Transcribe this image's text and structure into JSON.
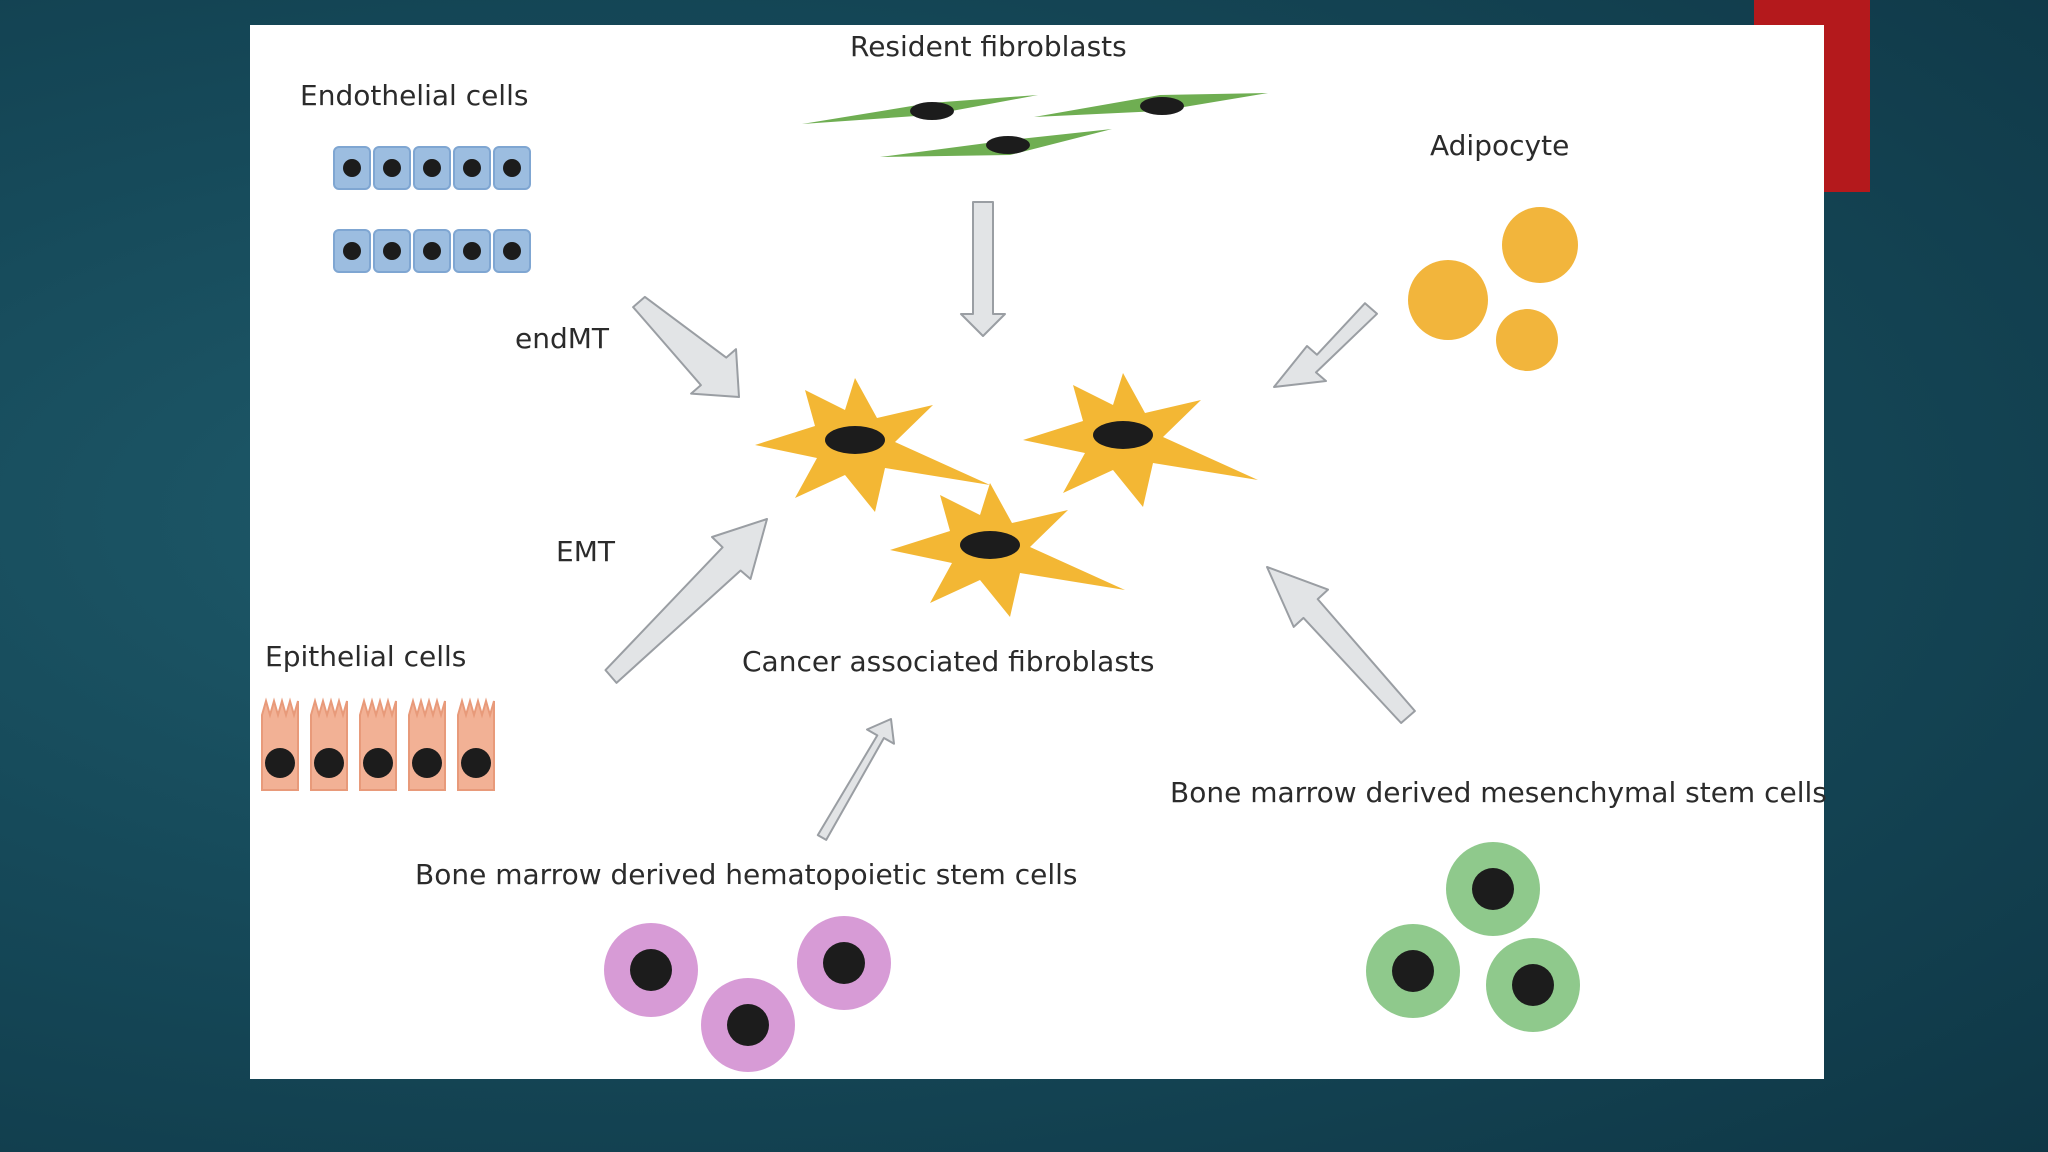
{
  "slide": {
    "background_color": "#164a5a",
    "accent_color": "#b4191c"
  },
  "diagram": {
    "center_label": "Cancer associated fibroblasts",
    "sources": {
      "endothelial": {
        "label": "Endothelial cells",
        "arrow_label": "endMT",
        "color": "#9cbde0"
      },
      "resident": {
        "label": "Resident fibroblasts",
        "color": "#6fae52"
      },
      "adipocyte": {
        "label": "Adipocyte",
        "color": "#f2b53c"
      },
      "epithelial": {
        "label": "Epithelial cells",
        "arrow_label": "EMT",
        "color": "#f2b195"
      },
      "hematopoietic": {
        "label": "Bone marrow derived hematopoietic stem cells",
        "color": "#d79bd6"
      },
      "mesenchymal": {
        "label": "Bone marrow derived mesenchymal stem cells",
        "color": "#8fc98c"
      }
    },
    "caf_color": "#f3b734",
    "nucleus_color": "#1c1c1c",
    "arrow_color": "#e2e4e6"
  }
}
